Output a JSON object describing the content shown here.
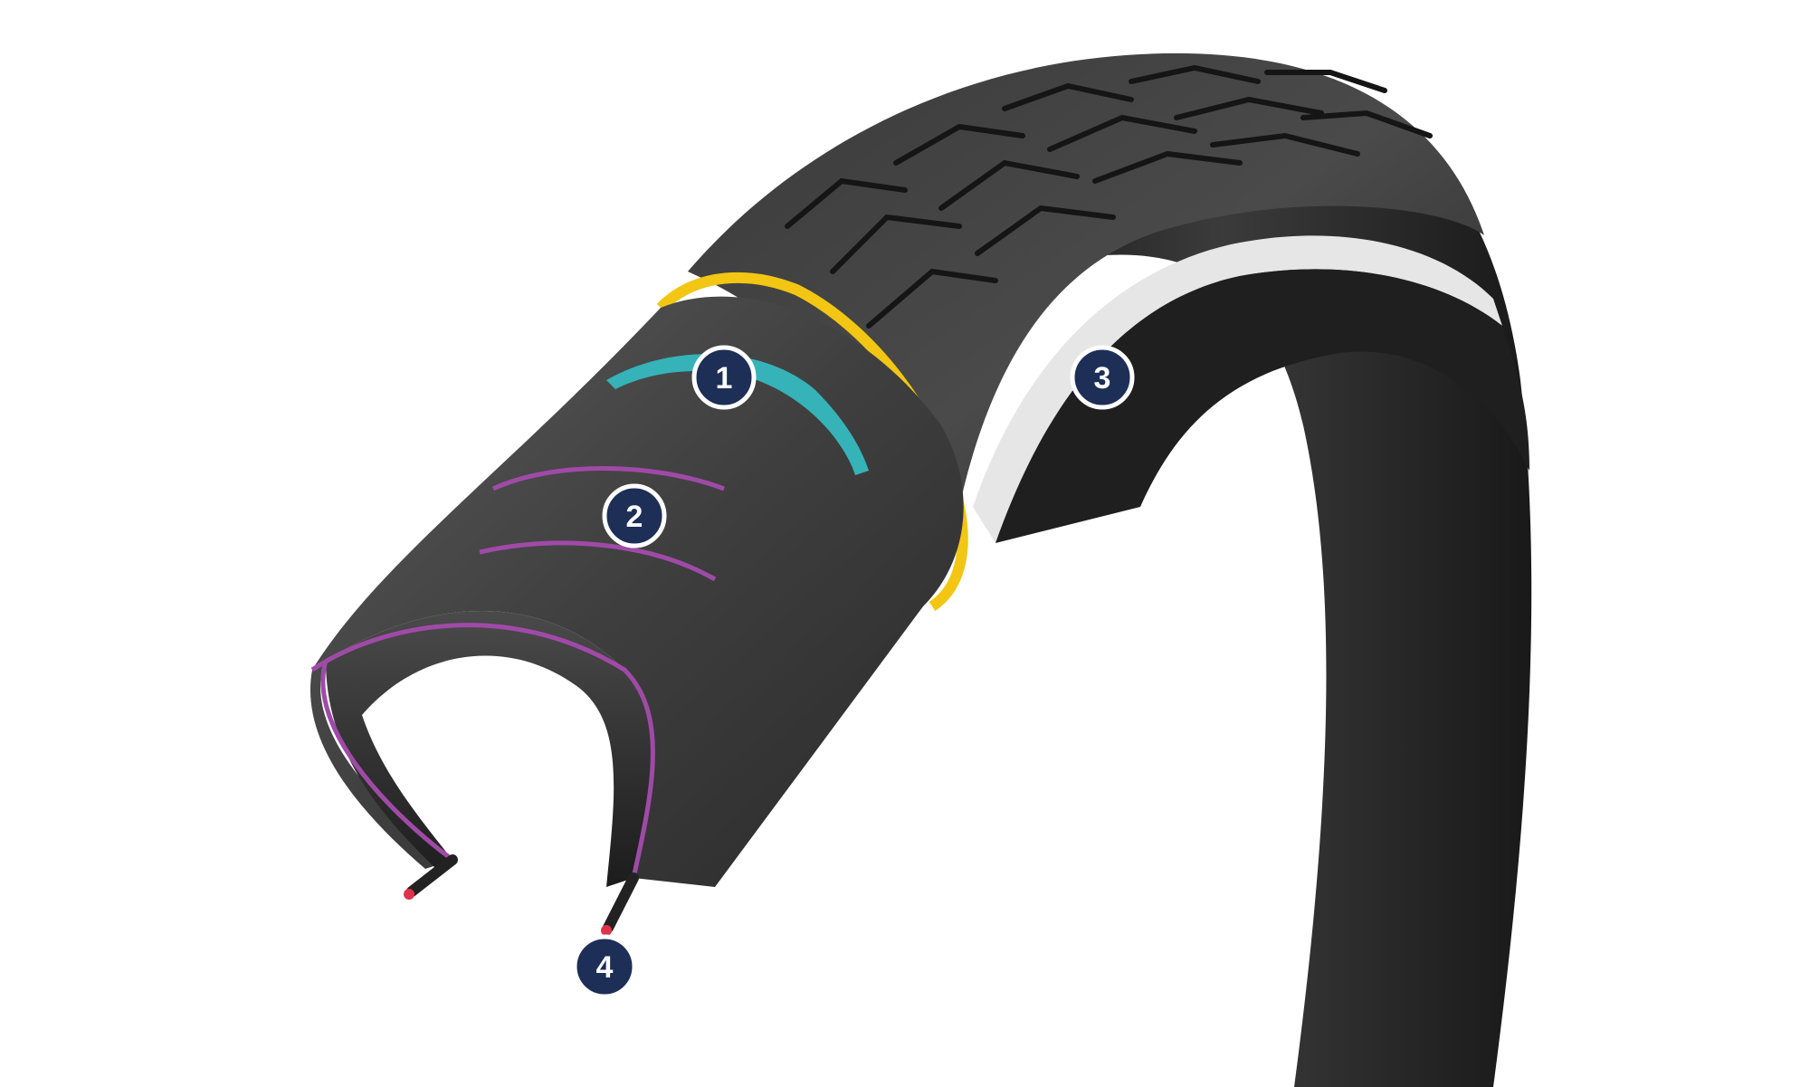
{
  "diagram": {
    "markers": [
      {
        "id": "marker-1",
        "label": "1",
        "layer_color": "#35b3b8"
      },
      {
        "id": "marker-2",
        "label": "2",
        "layer_color": "#a04aa8"
      },
      {
        "id": "marker-3",
        "label": "3",
        "layer_color": "#e6e6e6"
      },
      {
        "id": "marker-4",
        "label": "4",
        "layer_color": "#e0324b"
      }
    ],
    "colors": {
      "marker_fill": "#1d2e57",
      "marker_stroke": "#ffffff",
      "marker_text": "#ffffff",
      "tread_layer": "#f2c613",
      "tire_dark": "#2b2b2b",
      "tire_mid": "#555555"
    }
  }
}
